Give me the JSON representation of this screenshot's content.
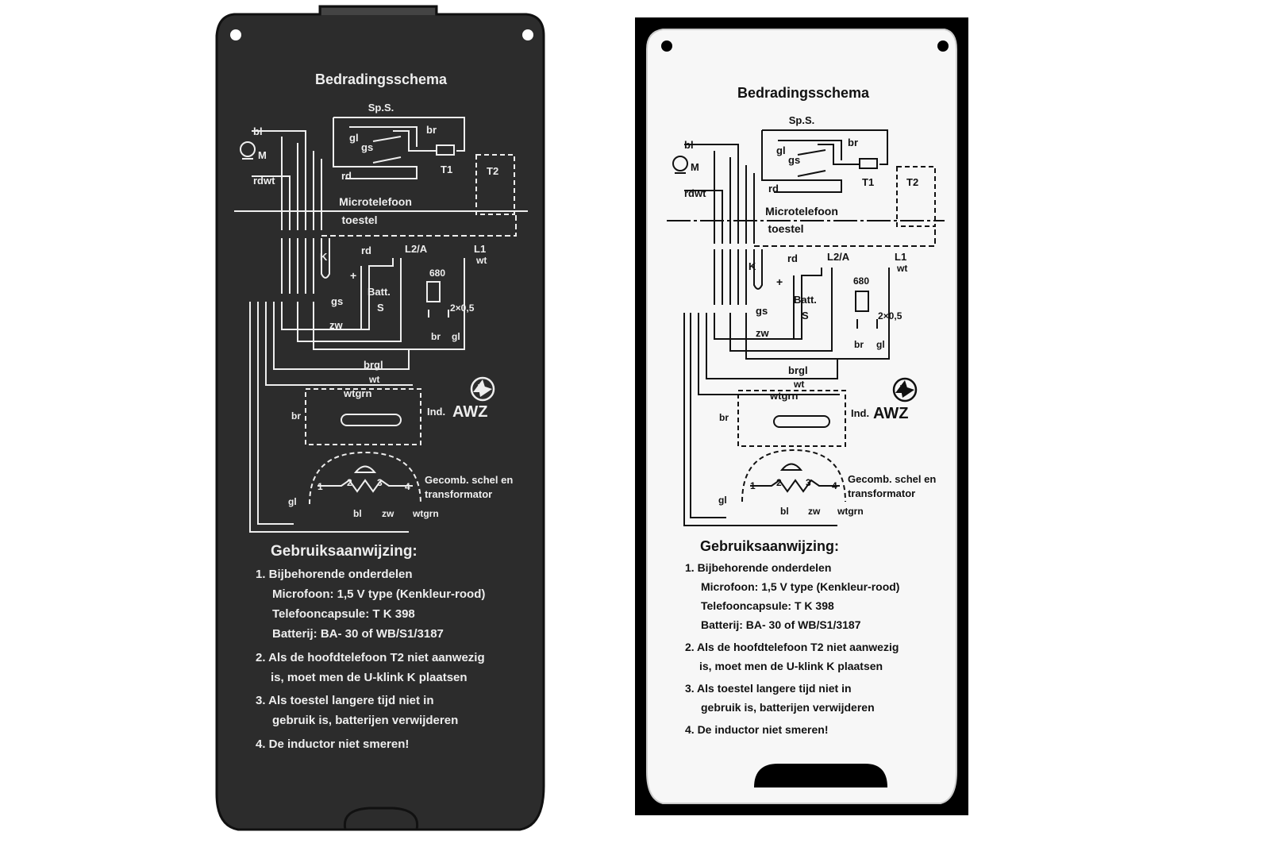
{
  "title": "Bedradingsschema",
  "brand": "AWZ",
  "labels": {
    "sps": "Sp.S.",
    "bl": "bl",
    "M": "M",
    "rdwt": "rdwt",
    "gl": "gl",
    "gs": "gs",
    "br": "br",
    "rd": "rd",
    "T1": "T1",
    "T2": "T2",
    "microtelefoon": "Microtelefoon",
    "toestel": "toestel",
    "K": "K",
    "L2A": "L2/A",
    "L1": "L1",
    "wt": "wt",
    "plus": "+",
    "batt": "Batt.",
    "S": "S",
    "r680": "680",
    "cap": "2×0,5",
    "zw": "zw",
    "minus": "–",
    "brgl": "brgl",
    "wtgrn": "wtgrn",
    "ind": "Ind.",
    "gecomb1": "Gecomb. schel en",
    "gecomb2": "transformator",
    "n1": "1",
    "n2": "2",
    "n3": "3",
    "n4": "4"
  },
  "instructions": {
    "heading": "Gebruiksaanwijzing:",
    "items": [
      "1.  Bijbehorende  onderdelen",
      "Microfoon:  1,5 V type (Kenkleur-rood)",
      "Telefooncapsule:  T K 398",
      "Batterij:  BA- 30  of  WB/S1/3187",
      "2.  Als de hoofdtelefoon T2 niet aanwezig",
      "is, moet men de U-klink K plaatsen",
      "3.  Als toestel langere tijd niet in",
      "gebruik is, batterijen verwijderen",
      "4.  De inductor niet smeren!"
    ]
  },
  "colors": {
    "dark_plate": "#2c2c2c",
    "dark_ink": "#eeeeee",
    "light_plate": "#f7f7f7",
    "light_ink": "#111111",
    "frame": "#000000"
  }
}
